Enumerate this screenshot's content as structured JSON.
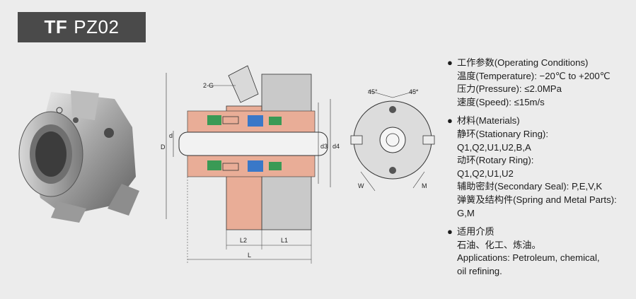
{
  "title": {
    "brand": "TF",
    "model": "PZ02"
  },
  "drawing_labels": {
    "port": "2-G",
    "D": "D",
    "d": "d",
    "d3": "d3",
    "d4": "d4",
    "L2": "L2",
    "L1": "L1",
    "L": "L",
    "angle_left": "45°",
    "angle_right": "45°",
    "W": "W",
    "M": "M"
  },
  "specs": {
    "operating": {
      "heading": "工作参数(Operating Conditions)",
      "lines": [
        "温度(Temperature): −20℃ to +200℃",
        "压力(Pressure): ≤2.0MPa",
        "速度(Speed): ≤15m/s"
      ]
    },
    "materials": {
      "heading": "材料(Materials)",
      "lines": [
        "静环(Stationary Ring):",
        "Q1,Q2,U1,U2,B,A",
        "动环(Rotary Ring):",
        "Q1,Q2,U1,U2",
        "辅助密封(Secondary Seal): P,E,V,K",
        "弹簧及结构件(Spring and Metal Parts):",
        "G,M"
      ]
    },
    "applications": {
      "heading": "适用介质",
      "lines": [
        "石油、化工、炼油。",
        "Applications: Petroleum, chemical,",
        "oil refining."
      ]
    }
  },
  "colors": {
    "title_bg": "#4a4a4a",
    "gland": "#e9ad97",
    "housing": "#c9c9c9",
    "shaft": "#f2f2f2",
    "spring": "#4aa05a",
    "seal_ring": "#3a78c8"
  }
}
